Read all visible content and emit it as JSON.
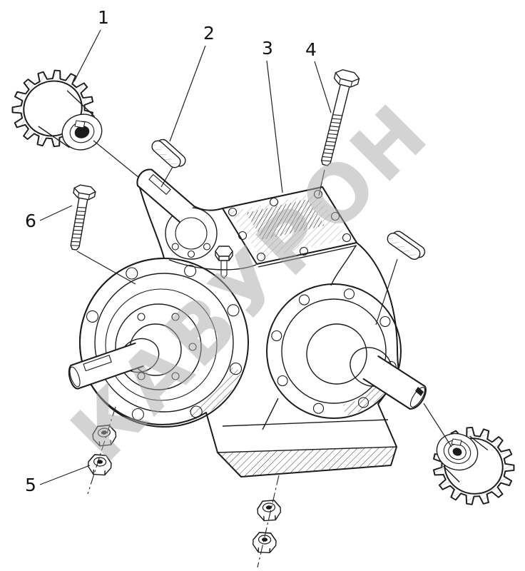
{
  "diagram": {
    "background_color": "#ffffff",
    "line_color": "#1c1c1c",
    "hatch_color": "#3a3a3a",
    "watermark": {
      "text": "КАВУРОН",
      "color": "#a8a8a8"
    },
    "callouts": [
      {
        "label": "1",
        "part": "drive-sprocket-upper"
      },
      {
        "label": "2",
        "part": "shaft-key"
      },
      {
        "label": "3",
        "part": "gearbox-housing-cover"
      },
      {
        "label": "4",
        "part": "hex-bolt-long"
      },
      {
        "label": "5",
        "part": "hex-nuts"
      },
      {
        "label": "6",
        "part": "hex-bolt-short"
      }
    ]
  }
}
